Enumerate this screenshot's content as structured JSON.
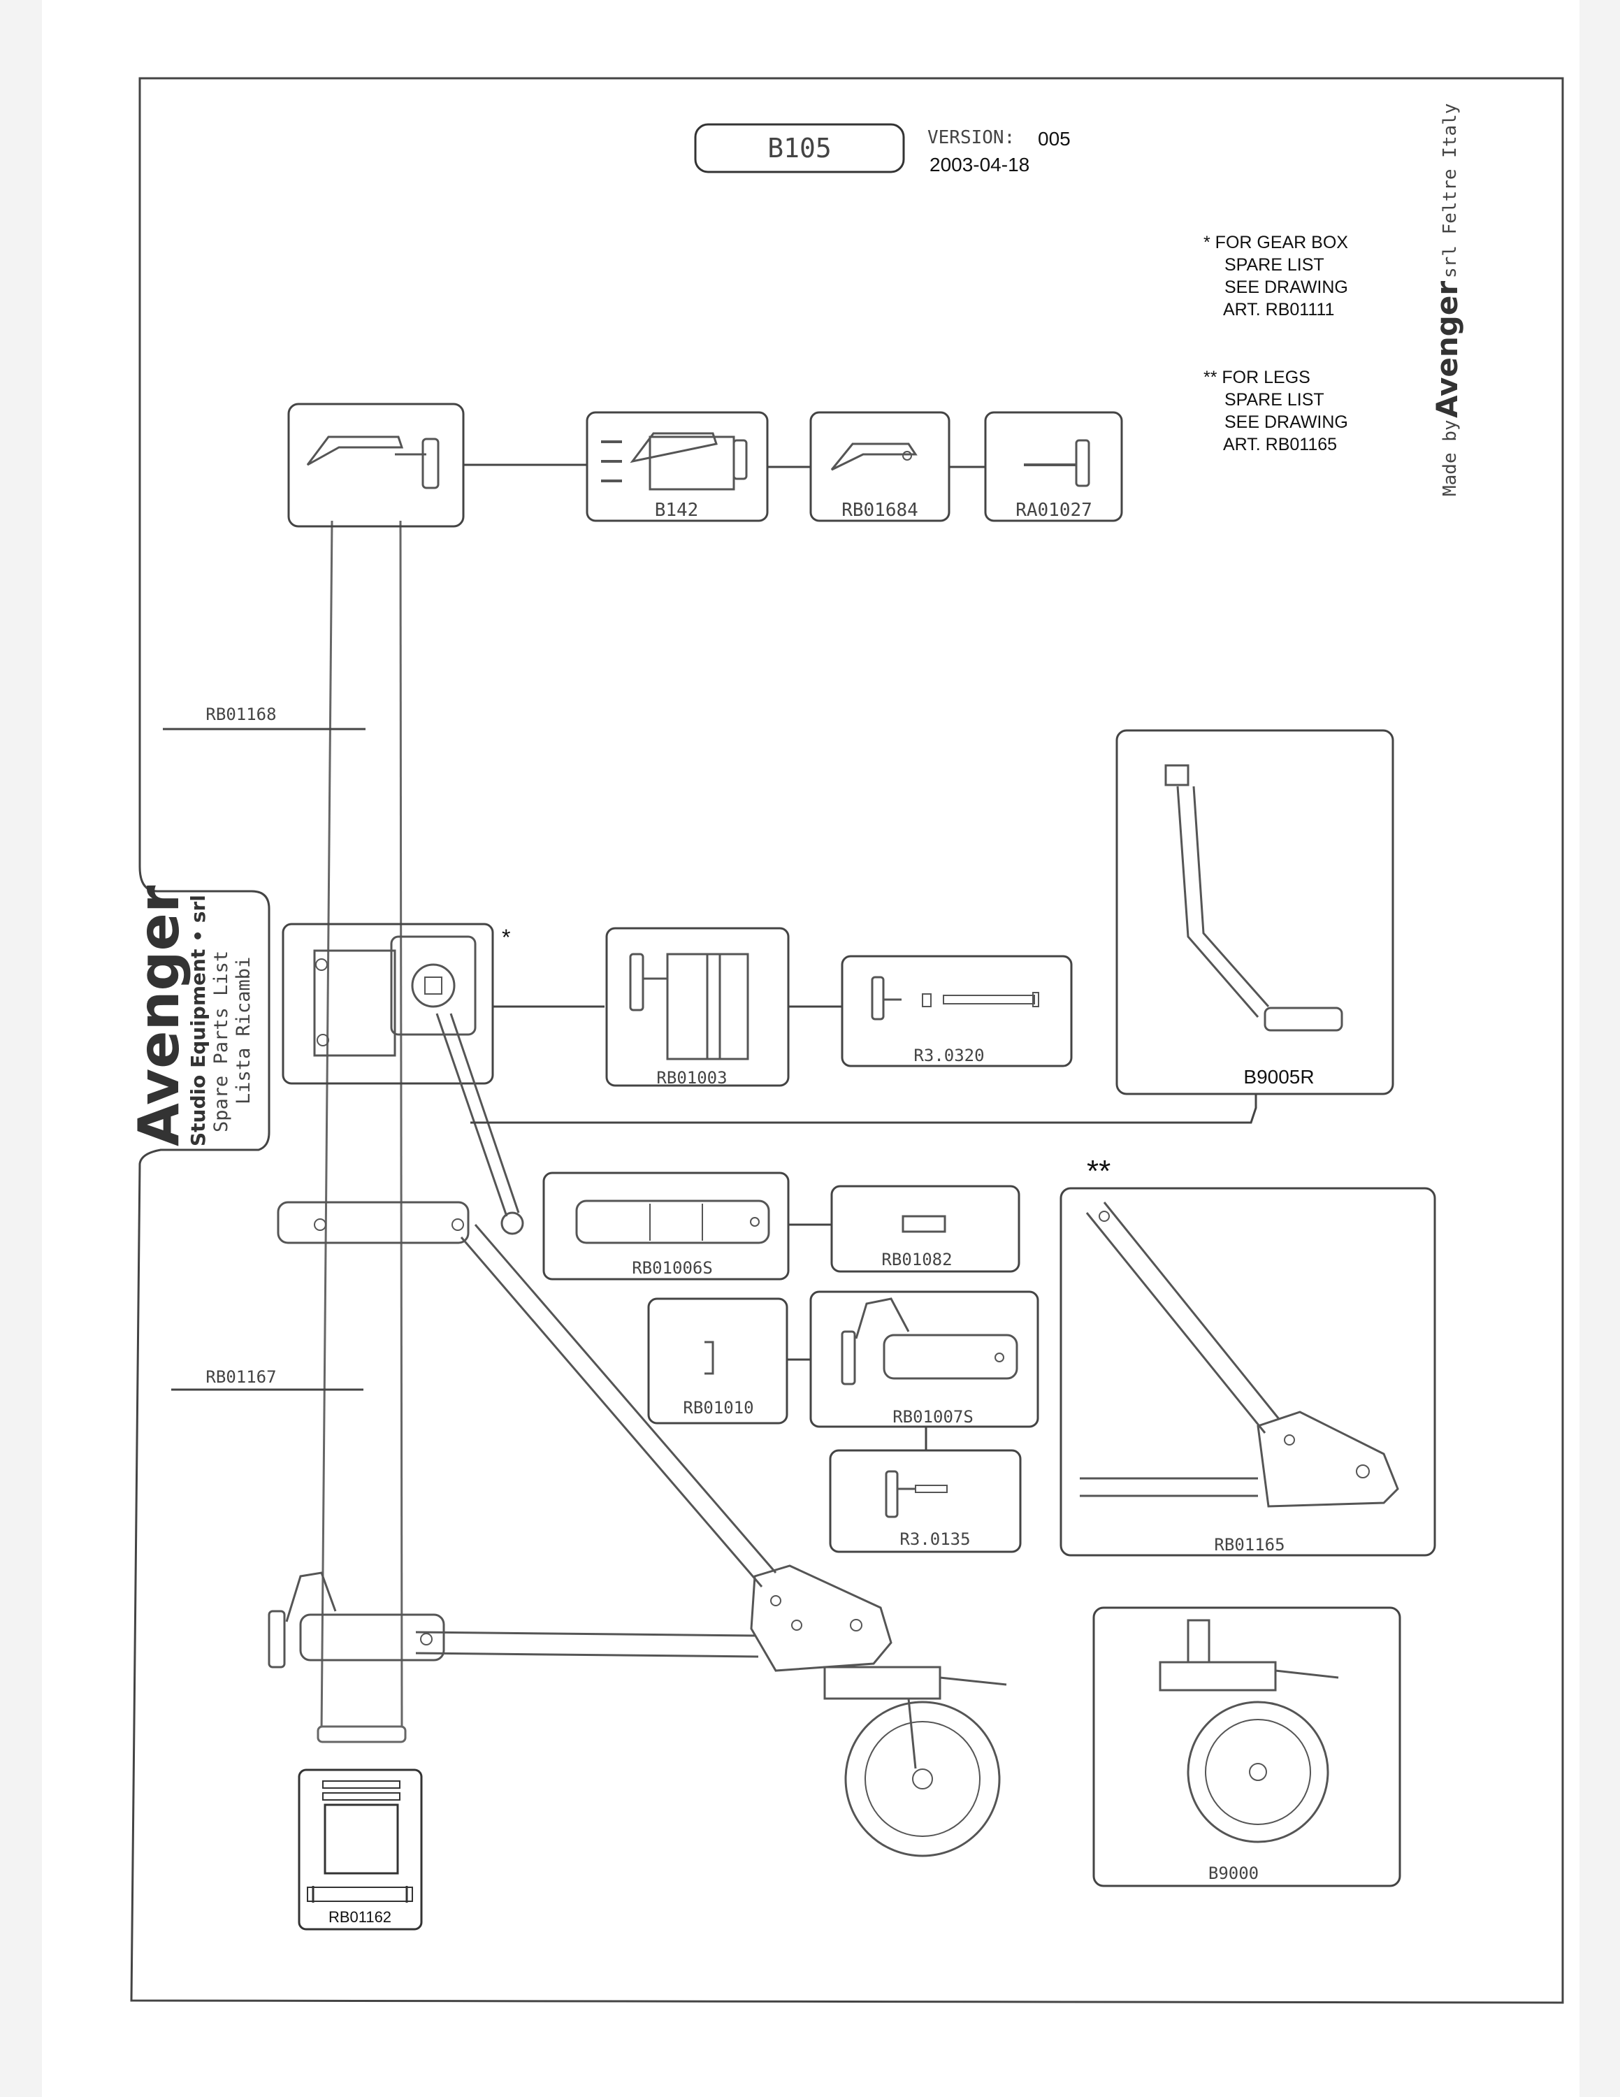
{
  "header": {
    "model": "B105",
    "version_label": "VERSION:",
    "version_value": "005",
    "date": "2003-04-18"
  },
  "notes": {
    "gearbox": [
      "*   FOR GEAR BOX",
      "SPARE LIST",
      "SEE DRAWING",
      "ART. RB01111"
    ],
    "legs": [
      "** FOR LEGS",
      "SPARE LIST",
      "SEE DRAWING",
      "ART. RB01165"
    ]
  },
  "brand_side": {
    "made_by": "Made by",
    "brand": "Avenger",
    "rest": "srl  Feltre Italy"
  },
  "brand_tab": {
    "brand": "Avenger",
    "line1": "Studio Equipment • srl",
    "line2": "Spare Parts List",
    "line3": "Lista Ricambi"
  },
  "markers": {
    "single_star": "*",
    "double_star": "**"
  },
  "parts": {
    "b142": "B142",
    "rb01684": "RB01684",
    "ra01027": "RA01027",
    "rb01168": "RB01168",
    "rb01167": "RB01167",
    "rb01003": "RB01003",
    "r30320": "R3.0320",
    "b9005r": "B9005R",
    "rb01006s": "RB01006S",
    "rb01082": "RB01082",
    "rb01010": "RB01010",
    "rb01007s": "RB01007S",
    "r30135": "R3.0135",
    "rb01165": "RB01165",
    "b9000": "B9000",
    "rb01162": "RB01162"
  }
}
